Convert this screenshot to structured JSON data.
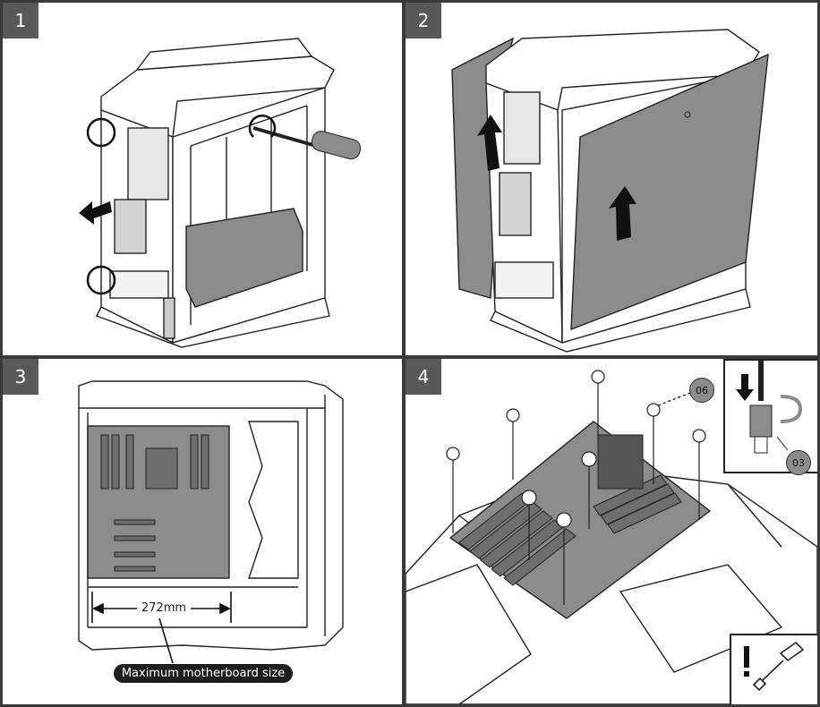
{
  "steps": [
    {
      "number": "1"
    },
    {
      "number": "2"
    },
    {
      "number": "3",
      "dimension_label": "272mm",
      "callout": "Maximum motherboard size"
    },
    {
      "number": "4",
      "part_tag": "06",
      "inset_part_tag": "03"
    }
  ],
  "colors": {
    "frame": "#3a3a3a",
    "badge": "#595959",
    "panel_gray": "#8c8c8c",
    "arrow": "#111111",
    "line": "#222222"
  },
  "icons": [
    "rotate-arrow-icon",
    "arrow-up-icon",
    "arrow-left-icon",
    "arrow-down-icon",
    "screwdriver-icon",
    "warning-exclamation-icon"
  ]
}
